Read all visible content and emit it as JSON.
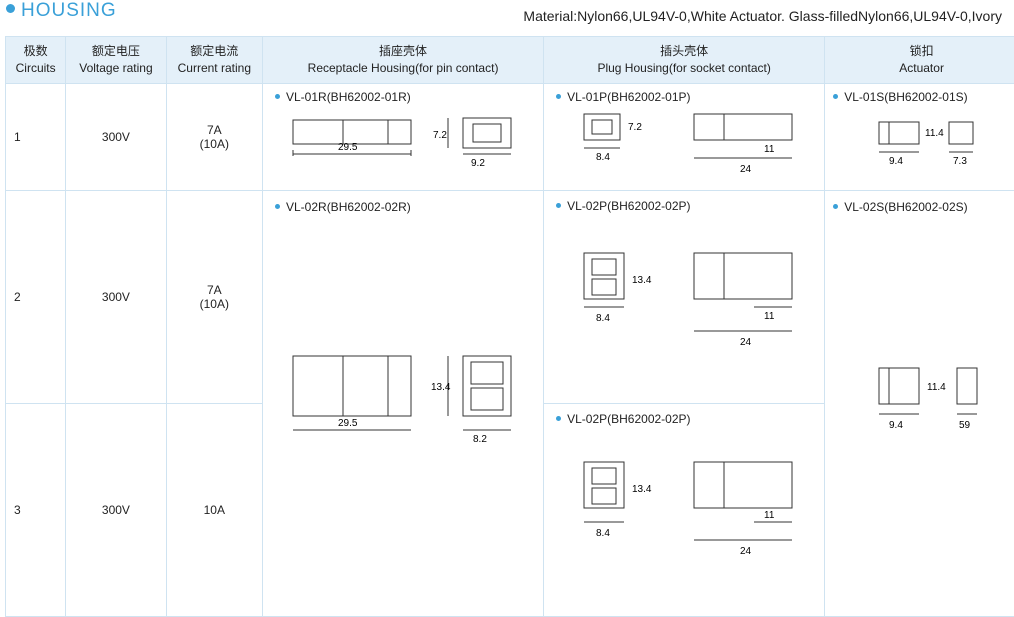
{
  "title": "HOUSING",
  "material": "Material:Nylon66,UL94V-0,White Actuator. Glass-filledNylon66,UL94V-0,Ivory",
  "headers": {
    "circuits": [
      "极数",
      "Circuits"
    ],
    "voltage": [
      "额定电压",
      "Voltage rating"
    ],
    "current": [
      "额定电流",
      "Current rating"
    ],
    "receptacle": [
      "插座壳体",
      "Receptacle Housing(for pin contact)"
    ],
    "plug": [
      "插头壳体",
      "Plug Housing(for socket contact)"
    ],
    "actuator": [
      "锁扣",
      "Actuator"
    ]
  },
  "rows": [
    {
      "circuits": "1",
      "voltage": "300V",
      "current": [
        "7A",
        "(10A)"
      ],
      "receptacle": "VL-01R(BH62002-01R)",
      "plug": "VL-01P(BH62002-01P)",
      "actuator": "VL-01S(BH62002-01S)"
    },
    {
      "circuits": "2",
      "voltage": "300V",
      "current": [
        "7A",
        "(10A)"
      ],
      "receptacle": "VL-02R(BH62002-02R)",
      "plug": "VL-02P(BH62002-02P)",
      "actuator": "VL-02S(BH62002-02S)"
    },
    {
      "circuits": "3",
      "voltage": "300V",
      "current": [
        "10A"
      ],
      "plug": "VL-02P(BH62002-02P)"
    }
  ],
  "dims": {
    "r1_len": "29.5",
    "r1_h": "7.2",
    "r1_w": "9.2",
    "p1_w": "8.4",
    "p1_h": "7.2",
    "p1_l1": "11",
    "p1_l2": "24",
    "s1_w": "9.4",
    "s1_h": "11.4",
    "s1_t": "7.3",
    "r2_len": "29.5",
    "r2_h": "13.4",
    "r2_w": "8.2",
    "p2_w": "8.4",
    "p2_h": "13.4",
    "p2_l1": "11",
    "p2_l2": "24",
    "s2_w": "9.4",
    "s2_h": "11.4",
    "s2_t": "59",
    "p3_w": "8.4",
    "p3_h": "13.4",
    "p3_l1": "11",
    "p3_l2": "24"
  }
}
